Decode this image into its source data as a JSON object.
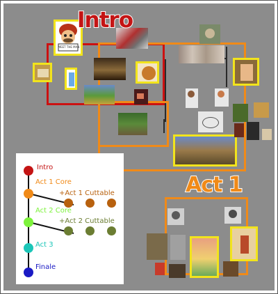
{
  "titles": {
    "intro": "Intro",
    "act1": "Act 1"
  },
  "colors": {
    "intro": "#c41414",
    "act1_core": "#f08a18",
    "act1_cuttable": "#b8610e",
    "act2_core": "#7df23c",
    "act2_cuttable": "#6b7d32",
    "act3": "#1cc6b8",
    "finale": "#1a1ac4",
    "selection": "#f2e41c",
    "background": "#8c8c8c"
  },
  "legend": {
    "intro": "Intro",
    "act1_core": "Act 1 Core",
    "act1_cuttable": "+Act 1 Cuttable",
    "act2_core": "Act 2 Core",
    "act2_cuttable": "+Act 2 Cuttable",
    "act3": "Act 3",
    "finale": "Finale"
  },
  "thumbnail_sign_text": "MEET THE MAN"
}
